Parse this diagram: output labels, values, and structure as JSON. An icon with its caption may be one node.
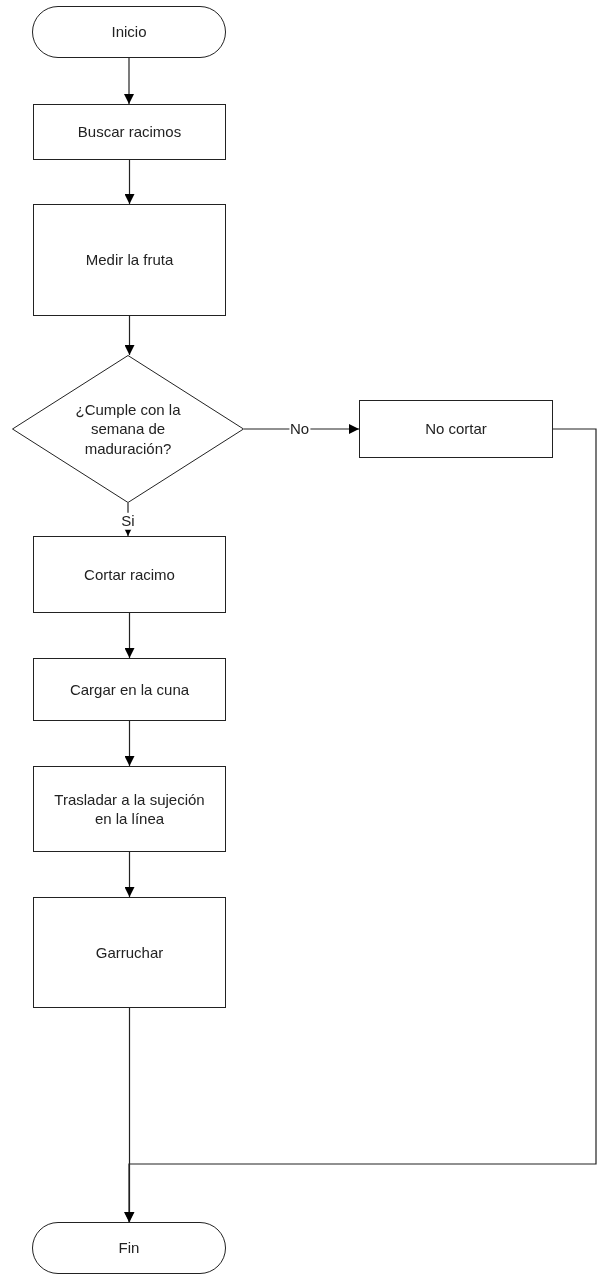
{
  "diagram": {
    "nodes": [
      {
        "text": [
          "Inicio"
        ]
      },
      {
        "text": [
          "Buscar racimos"
        ]
      },
      {
        "text": [
          "Medir la fruta"
        ]
      },
      {
        "text": [
          "¿Cumple con la semana de maduración?"
        ]
      },
      {
        "text": [
          "No cortar"
        ]
      },
      {
        "text": [
          "Cortar racimo"
        ]
      },
      {
        "text": [
          "Cargar en la cuna"
        ]
      },
      {
        "text": [
          "Trasladar a la sujeción en la línea"
        ]
      },
      {
        "text": [
          "Garruchar"
        ]
      },
      {
        "text": [
          "Fin"
        ]
      }
    ],
    "edges": [
      {
        "from": 0,
        "to": 1,
        "arrow": "to"
      },
      {
        "from": 1,
        "to": 2,
        "arrow": "to"
      },
      {
        "from": 2,
        "to": 3,
        "arrow": "to"
      },
      {
        "from": 3,
        "to": 4,
        "arrow": "to",
        "label": "No"
      },
      {
        "from": 3,
        "to": 5,
        "arrow": "to",
        "label": "Si"
      },
      {
        "from": 5,
        "to": 6,
        "arrow": "to"
      },
      {
        "from": 6,
        "to": 7,
        "arrow": "to"
      },
      {
        "from": 7,
        "to": 8,
        "arrow": "to"
      },
      {
        "from": 8,
        "to": 9,
        "arrow": "to"
      },
      {
        "from": 4,
        "to": 9,
        "arrow": "to"
      }
    ]
  }
}
